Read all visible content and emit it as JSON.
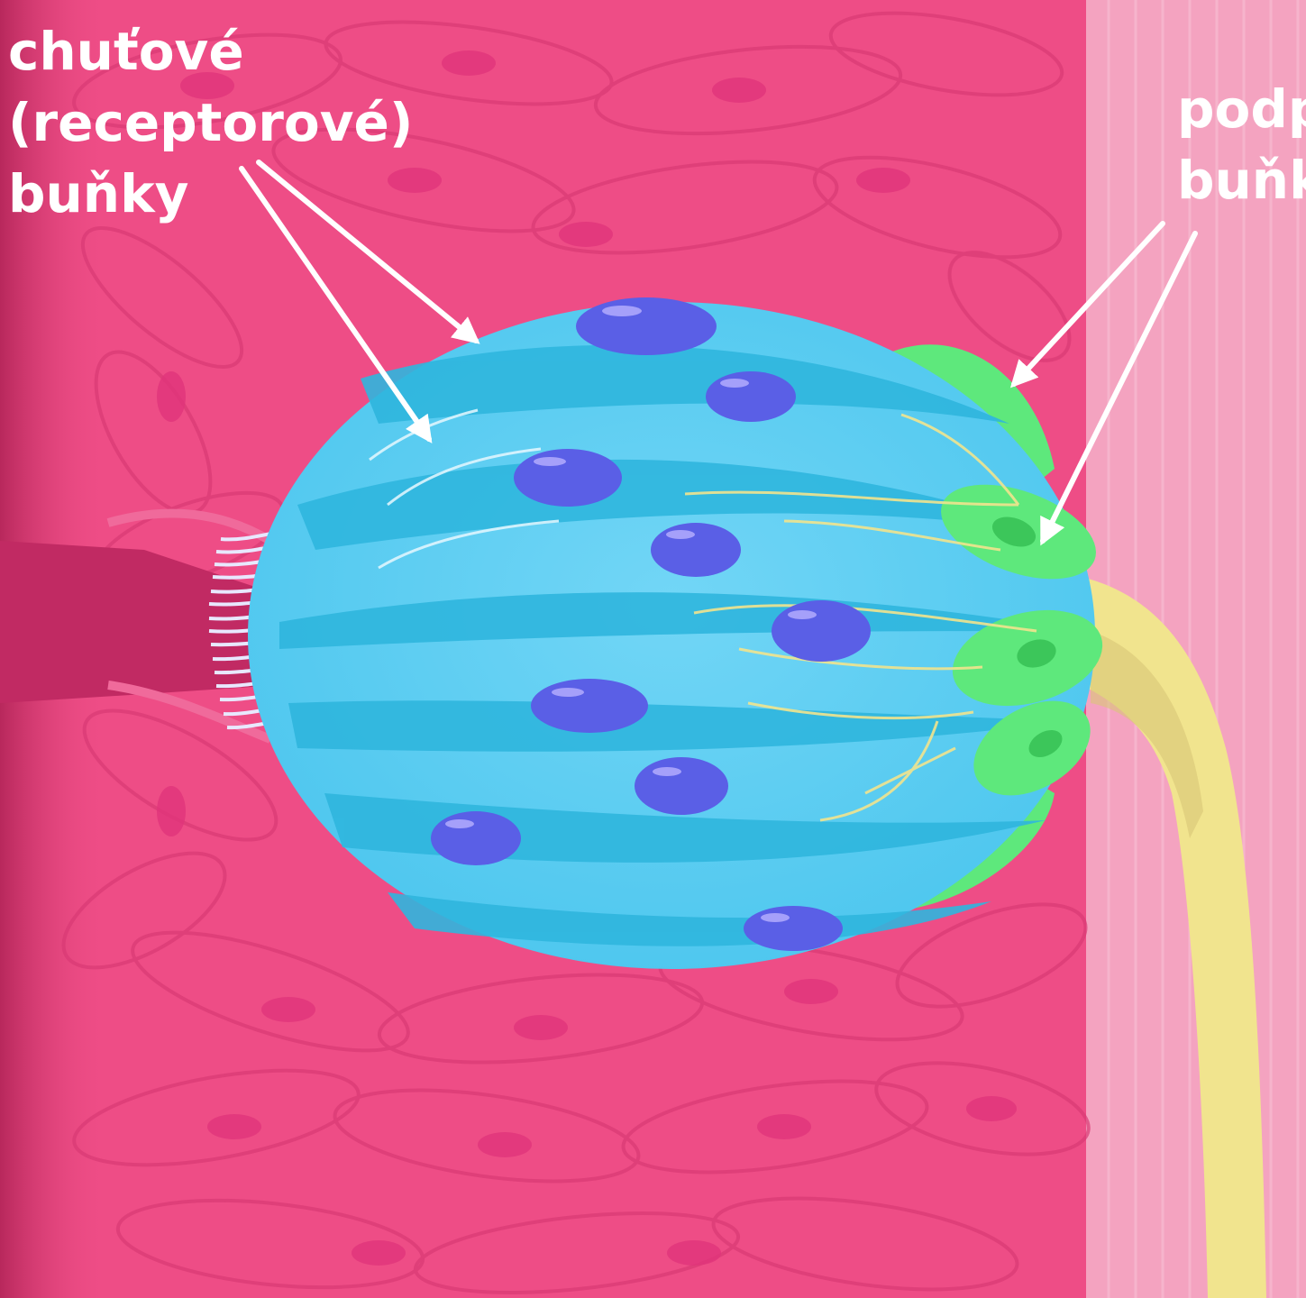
{
  "labels": {
    "taste_cells": {
      "lines": [
        "chuťové",
        "(receptorové)",
        "buňky"
      ]
    },
    "supporting_cells": {
      "lines": [
        "podpu",
        "buňky"
      ]
    }
  },
  "colors": {
    "tissue": "#ee4d86",
    "tissue_dark": "#c63068",
    "background_right": "#f4a3c0",
    "taste_bud_light": "#6fd4f5",
    "taste_bud_dark": "#2fb6de",
    "nuclei": "#5a5fe6",
    "supporting_cells": "#5ee87c",
    "nerve": "#f1e48e",
    "arrows": "#ffffff",
    "label_text": "#ffffff"
  }
}
